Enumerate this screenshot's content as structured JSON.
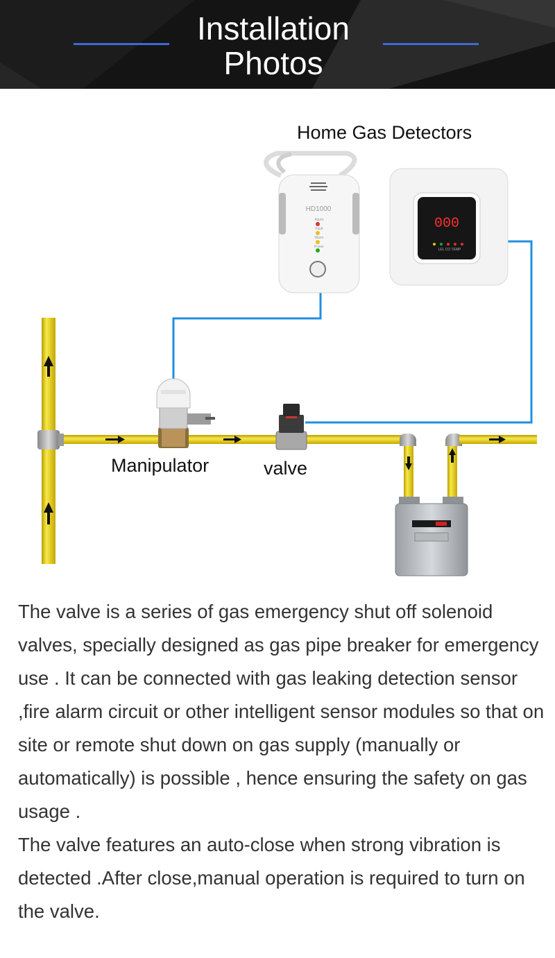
{
  "header": {
    "title_line1": "Installation",
    "title_line2": "Photos",
    "accent_color": "#3d6bd6"
  },
  "diagram": {
    "detectors_label": "Home Gas Detectors",
    "detector_left_model": "HD1000",
    "detector_left_indicators": [
      "Alarm",
      "Fault",
      "Warm",
      "Power"
    ],
    "detector_right_display": "000",
    "detector_right_indicators": "LEL CO TEMP",
    "manipulator_label": "Manipulator",
    "valve_label": "valve",
    "pipe_color": "#f0da1a",
    "wire_color": "#1f8fe0",
    "icons": [
      "arrow-up-icon",
      "arrow-right-icon",
      "arrow-down-icon"
    ]
  },
  "description": {
    "paragraph1": "The valve is a series of gas emergency shut off solenoid valves, specially designed as gas pipe breaker for emer­gency use . It can be connected with gas leaking detec­tion sensor ,fire alarm circuit or other intelligent sensor modules so that on site or remote shut down on gas supply (manually or automatically) is possible , hence en­suring the safety on gas usage .",
    "paragraph2": "The valve features an auto-close when strong vibration is detected .After close,manual operation is required to turn on the valve."
  }
}
